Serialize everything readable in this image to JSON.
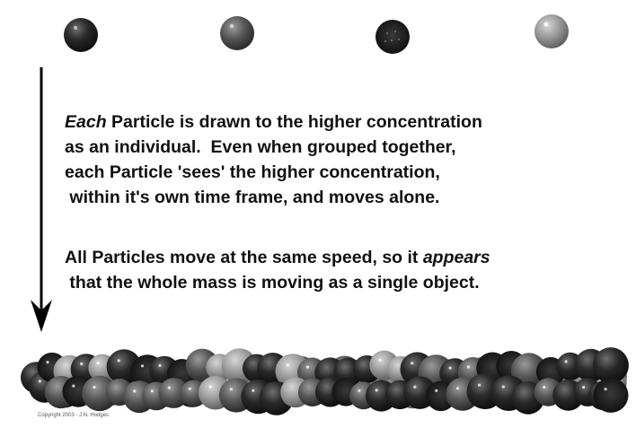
{
  "paragraph_1": {
    "line_1_emphasis": "Each",
    "line_1_rest": " Particle is drawn to the higher concentration",
    "line_2": "as an individual.  Even when grouped together,",
    "line_3": "each Particle 'sees' the higher concentration,",
    "line_4": " within it's own time frame, and moves alone."
  },
  "paragraph_2": {
    "line_1_start": "All Particles move at the same speed, so it ",
    "line_1_emphasis": "appears",
    "line_2": " that the whole mass is moving as a single object."
  },
  "copyright": "Copyright 2003 - J.N. Hodges",
  "colors": {
    "background": "#ffffff",
    "text": "#111111",
    "arrow": "#000000",
    "particle_dark": "#1c1c1c",
    "particle_mid": "#4a4a4a",
    "particle_light": "#8c8c8c",
    "particle_highlight": "#ffffff"
  },
  "icons": [
    "particle-sphere-icon",
    "down-arrow-icon"
  ]
}
